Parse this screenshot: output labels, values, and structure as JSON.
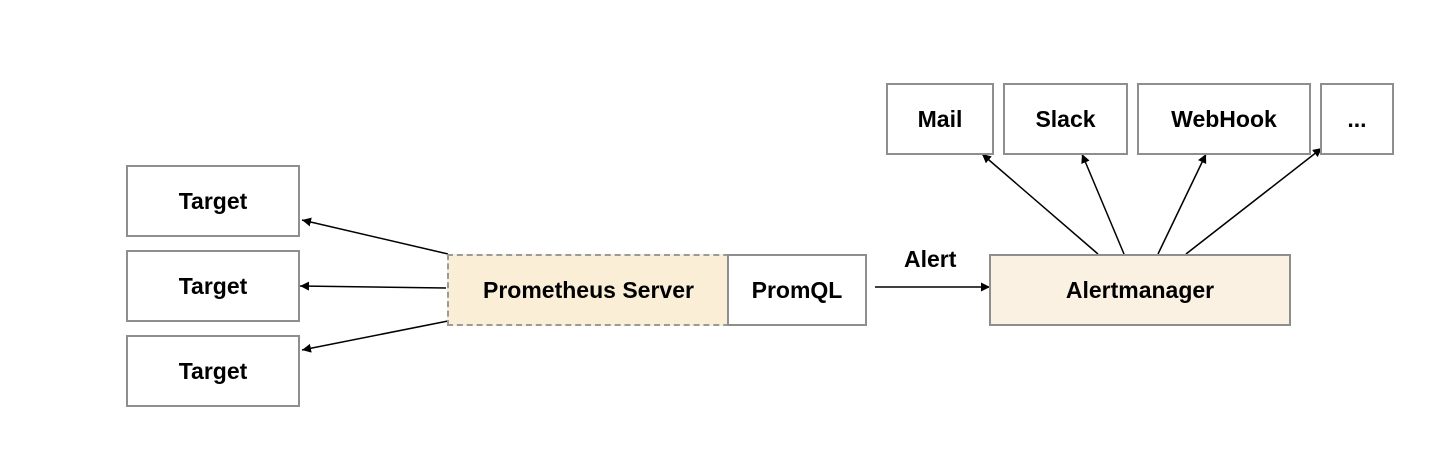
{
  "targets": [
    "Target",
    "Target",
    "Target"
  ],
  "prometheus_server": "Prometheus Server",
  "promql": "PromQL",
  "alert_label": "Alert",
  "alertmanager": "Alertmanager",
  "receivers": [
    "Mail",
    "Slack",
    "WebHook",
    "..."
  ],
  "colors": {
    "prometheus_fill": "#fbeed7",
    "alertmanager_fill": "#fbf1e3",
    "border": "#8e8e8e"
  }
}
